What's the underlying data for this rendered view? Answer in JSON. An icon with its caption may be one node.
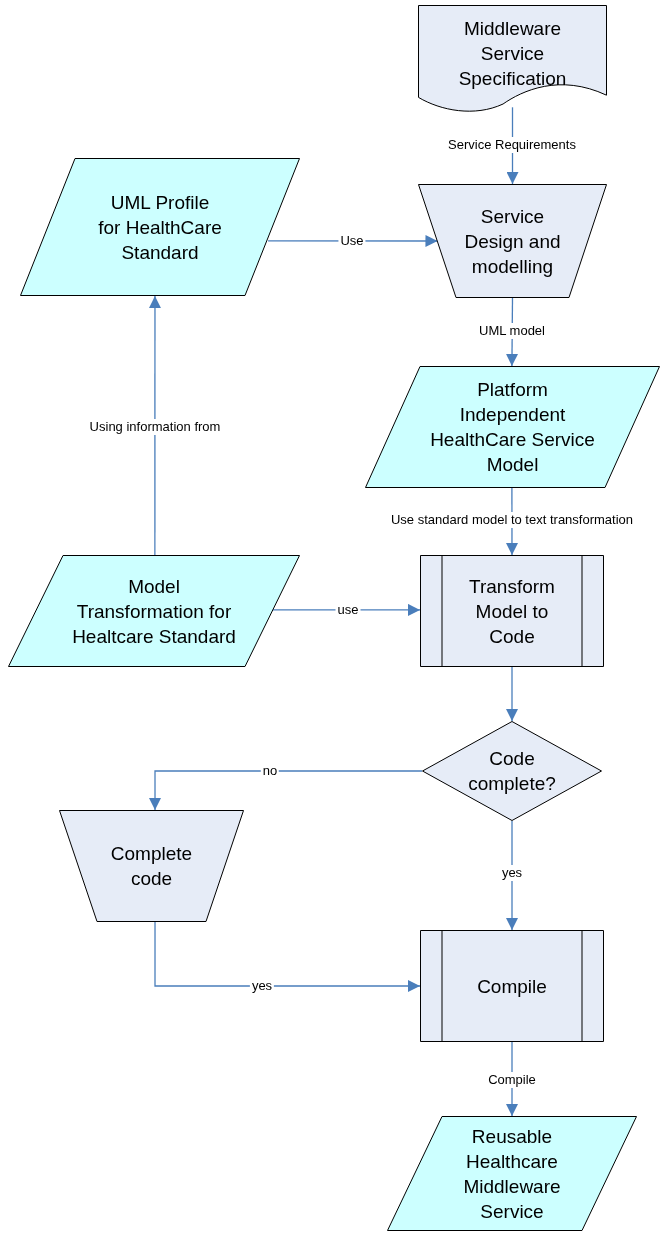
{
  "diagram": {
    "nodes": [
      {
        "text": [
          "Middleware Service Specification"
        ]
      },
      {
        "text": [
          "Service Design and modelling"
        ]
      },
      {
        "text": [
          "UML Profile for HealthCare Standard"
        ]
      },
      {
        "text": [
          "Platform Independent HealthCare Service Model"
        ]
      },
      {
        "text": [
          "Model Transformation for Healtcare Standard"
        ]
      },
      {
        "text": [
          "Transform Model to Code"
        ]
      },
      {
        "text": [
          "Code complete?"
        ]
      },
      {
        "text": [
          "Complete code"
        ]
      },
      {
        "text": [
          "Compile"
        ]
      },
      {
        "text": [
          "Reusable Healthcare Middleware Service"
        ]
      }
    ],
    "edges": [
      {
        "from": 0,
        "to": 1,
        "arrow": "to",
        "label": "Service Requirements"
      },
      {
        "from": 2,
        "to": 1,
        "arrow": "to",
        "label": "Use"
      },
      {
        "from": 1,
        "to": 3,
        "arrow": "to",
        "label": "UML model"
      },
      {
        "from": 4,
        "to": 2,
        "arrow": "to",
        "label": "Using information from"
      },
      {
        "from": 3,
        "to": 5,
        "arrow": "to",
        "label": "Use standard model to text transformation"
      },
      {
        "from": 4,
        "to": 5,
        "arrow": "to",
        "label": "use"
      },
      {
        "from": 5,
        "to": 6,
        "arrow": "to"
      },
      {
        "from": 6,
        "to": 7,
        "arrow": "to",
        "label": "no"
      },
      {
        "from": 6,
        "to": 8,
        "arrow": "to",
        "label": "yes"
      },
      {
        "from": 7,
        "to": 8,
        "arrow": "to",
        "label": "yes"
      },
      {
        "from": 8,
        "to": 9,
        "arrow": "to",
        "label": "Compile"
      }
    ]
  }
}
